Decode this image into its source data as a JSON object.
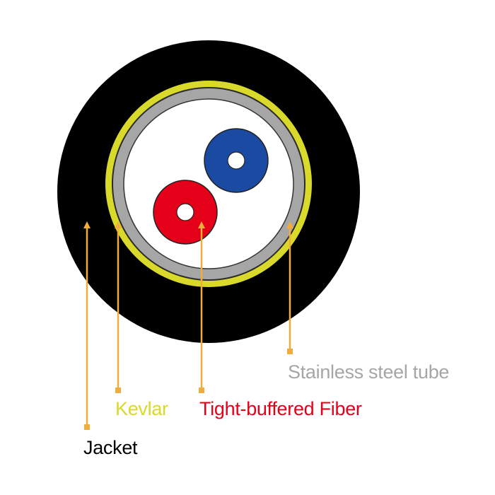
{
  "labels": {
    "steel_tube": "Stainless steel tube",
    "fiber": "Tight-buffered Fiber",
    "kevlar": "Kevlar",
    "jacket": "Jacket"
  },
  "colors": {
    "jacket": "#000000",
    "kevlar": "#d9d92b",
    "steel_tube": "#a6a6a6",
    "fiber_red": "#e5001a",
    "fiber_blue": "#1b4aa3",
    "leader": "#f0ad3c",
    "label_steel": "#a6a6a6",
    "label_fiber": "#e5001a",
    "label_kevlar": "#d9d92b",
    "label_jacket": "#000000"
  }
}
